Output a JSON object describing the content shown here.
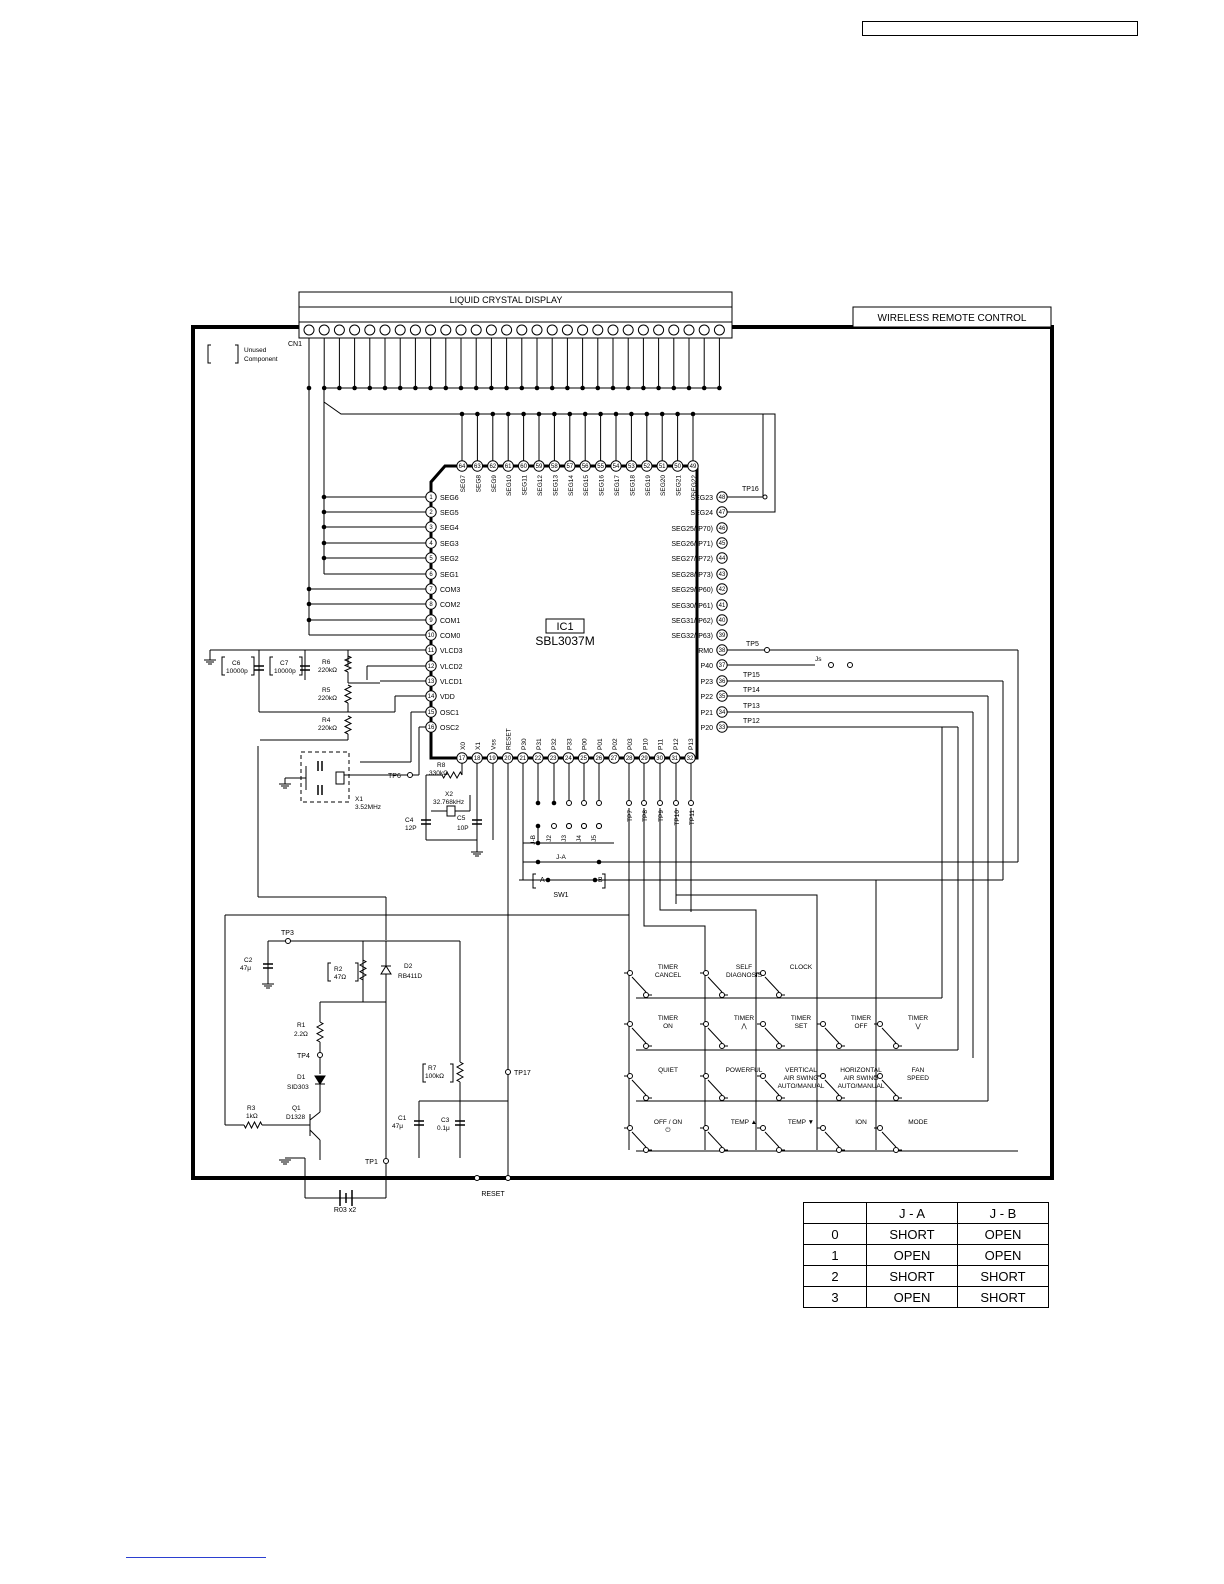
{
  "title_box": "WIRELESS REMOTE CONTROL",
  "lcd_label": "LIQUID CRYSTAL DISPLAY",
  "connector": "CN1",
  "legend": {
    "line1": "Unused",
    "line2": "Component"
  },
  "ic": {
    "ref": "IC1",
    "part": "SBL3037M"
  },
  "pins_left": [
    {
      "num": "1",
      "name": "SEG6"
    },
    {
      "num": "2",
      "name": "SEG5"
    },
    {
      "num": "3",
      "name": "SEG4"
    },
    {
      "num": "4",
      "name": "SEG3"
    },
    {
      "num": "5",
      "name": "SEG2"
    },
    {
      "num": "6",
      "name": "SEG1"
    },
    {
      "num": "7",
      "name": "COM3"
    },
    {
      "num": "8",
      "name": "COM2"
    },
    {
      "num": "9",
      "name": "COM1"
    },
    {
      "num": "10",
      "name": "COM0"
    },
    {
      "num": "11",
      "name": "VLCD3"
    },
    {
      "num": "12",
      "name": "VLCD2"
    },
    {
      "num": "13",
      "name": "VLCD1"
    },
    {
      "num": "14",
      "name": "VDD"
    },
    {
      "num": "15",
      "name": "OSC1"
    },
    {
      "num": "16",
      "name": "OSC2"
    }
  ],
  "pins_right": [
    {
      "num": "48",
      "name": "SEG23"
    },
    {
      "num": "47",
      "name": "SEG24"
    },
    {
      "num": "46",
      "name": "SEG25/(P70)"
    },
    {
      "num": "45",
      "name": "SEG26/(P71)"
    },
    {
      "num": "44",
      "name": "SEG27/(P72)"
    },
    {
      "num": "43",
      "name": "SEG28/(P73)"
    },
    {
      "num": "42",
      "name": "SEG29/(P60)"
    },
    {
      "num": "41",
      "name": "SEG30/(P61)"
    },
    {
      "num": "40",
      "name": "SEG31/(P62)"
    },
    {
      "num": "39",
      "name": "SEG32/(P63)"
    },
    {
      "num": "38",
      "name": "RM0"
    },
    {
      "num": "37",
      "name": "P40"
    },
    {
      "num": "36",
      "name": "P23"
    },
    {
      "num": "35",
      "name": "P22"
    },
    {
      "num": "34",
      "name": "P21"
    },
    {
      "num": "33",
      "name": "P20"
    }
  ],
  "pins_top": [
    {
      "num": "64",
      "name": "SEG7"
    },
    {
      "num": "63",
      "name": "SEG8"
    },
    {
      "num": "62",
      "name": "SEG9"
    },
    {
      "num": "61",
      "name": "SEG10"
    },
    {
      "num": "60",
      "name": "SEG11"
    },
    {
      "num": "59",
      "name": "SEG12"
    },
    {
      "num": "58",
      "name": "SEG13"
    },
    {
      "num": "57",
      "name": "SEG14"
    },
    {
      "num": "56",
      "name": "SEG15"
    },
    {
      "num": "55",
      "name": "SEG16"
    },
    {
      "num": "54",
      "name": "SEG17"
    },
    {
      "num": "53",
      "name": "SEG18"
    },
    {
      "num": "52",
      "name": "SEG19"
    },
    {
      "num": "51",
      "name": "SEG20"
    },
    {
      "num": "50",
      "name": "SEG21"
    },
    {
      "num": "49",
      "name": "SEG22"
    }
  ],
  "pins_bottom": [
    {
      "num": "17",
      "name": "X0"
    },
    {
      "num": "18",
      "name": "X1"
    },
    {
      "num": "19",
      "name": "Vss"
    },
    {
      "num": "20",
      "name": "RESET"
    },
    {
      "num": "21",
      "name": "P30"
    },
    {
      "num": "22",
      "name": "P31"
    },
    {
      "num": "23",
      "name": "P32"
    },
    {
      "num": "24",
      "name": "P33"
    },
    {
      "num": "25",
      "name": "P00"
    },
    {
      "num": "26",
      "name": "P01"
    },
    {
      "num": "27",
      "name": "P02"
    },
    {
      "num": "28",
      "name": "P03"
    },
    {
      "num": "29",
      "name": "P10"
    },
    {
      "num": "30",
      "name": "P11"
    },
    {
      "num": "31",
      "name": "P12"
    },
    {
      "num": "32",
      "name": "P13"
    }
  ],
  "components": [
    {
      "ref": "C6",
      "value": "10000p"
    },
    {
      "ref": "C7",
      "value": "10000p"
    },
    {
      "ref": "R6",
      "value": "220kΩ"
    },
    {
      "ref": "R5",
      "value": "220kΩ"
    },
    {
      "ref": "R4",
      "value": "220kΩ"
    },
    {
      "ref": "X1",
      "value": "3.52MHz"
    },
    {
      "ref": "R8",
      "value": "330kΩ"
    },
    {
      "ref": "X2",
      "value": "32.768kHz"
    },
    {
      "ref": "C4",
      "value": "12P"
    },
    {
      "ref": "C5",
      "value": "10P"
    },
    {
      "ref": "C2",
      "value": "47μ"
    },
    {
      "ref": "R2",
      "value": "47Ω"
    },
    {
      "ref": "D2",
      "value": "RB411D"
    },
    {
      "ref": "R1",
      "value": "2.2Ω"
    },
    {
      "ref": "D1",
      "value": "SID303"
    },
    {
      "ref": "R3",
      "value": "1kΩ"
    },
    {
      "ref": "Q1",
      "value": "D1328"
    },
    {
      "ref": "R7",
      "value": "100kΩ"
    },
    {
      "ref": "C1",
      "value": "47μ"
    },
    {
      "ref": "C3",
      "value": "0.1μ"
    },
    {
      "ref": "R03 x2",
      "value": ""
    }
  ],
  "test_points": [
    "TP16",
    "TP5",
    "TP15",
    "TP14",
    "TP13",
    "TP12",
    "TP6",
    "TP7",
    "TP8",
    "TP9",
    "TP10",
    "TP11",
    "TP3",
    "TP4",
    "TP17",
    "TP1"
  ],
  "jumpers": {
    "jb": "J-B",
    "j2": "J2",
    "j3": "J3",
    "j4": "J4",
    "j5": "J5",
    "ja": "J-A",
    "js": "Js",
    "sw1": "SW1",
    "a": "A",
    "b": "B"
  },
  "reset_label": "RESET",
  "keys": {
    "row1": [
      [
        "TIMER",
        "CANCEL"
      ],
      [
        "SELF",
        "DIAGNOSIS"
      ],
      [
        "CLOCK"
      ]
    ],
    "row2": [
      [
        "TIMER",
        "ON"
      ],
      [
        "TIMER",
        "⋀"
      ],
      [
        "TIMER",
        "SET"
      ],
      [
        "TIMER",
        "OFF"
      ],
      [
        "TIMER",
        "⋁"
      ]
    ],
    "row3": [
      [
        "QUIET"
      ],
      [
        "POWERFUL"
      ],
      [
        "VERTICAL",
        "AIR SWING",
        "AUTO/MANUAL"
      ],
      [
        "HORIZONTAL",
        "AIR SWING",
        "AUTO/MANUAL"
      ],
      [
        "FAN",
        "SPEED"
      ]
    ],
    "row4": [
      [
        "OFF / ON",
        "⏻"
      ],
      [
        "TEMP ▲"
      ],
      [
        "TEMP ▼"
      ],
      [
        "ION"
      ],
      [
        "MODE"
      ]
    ]
  },
  "jumper_table": {
    "headers": [
      "",
      "J - A",
      "J - B"
    ],
    "rows": [
      [
        "0",
        "SHORT",
        "OPEN"
      ],
      [
        "1",
        "OPEN",
        "OPEN"
      ],
      [
        "2",
        "SHORT",
        "SHORT"
      ],
      [
        "3",
        "OPEN",
        "SHORT"
      ]
    ]
  }
}
